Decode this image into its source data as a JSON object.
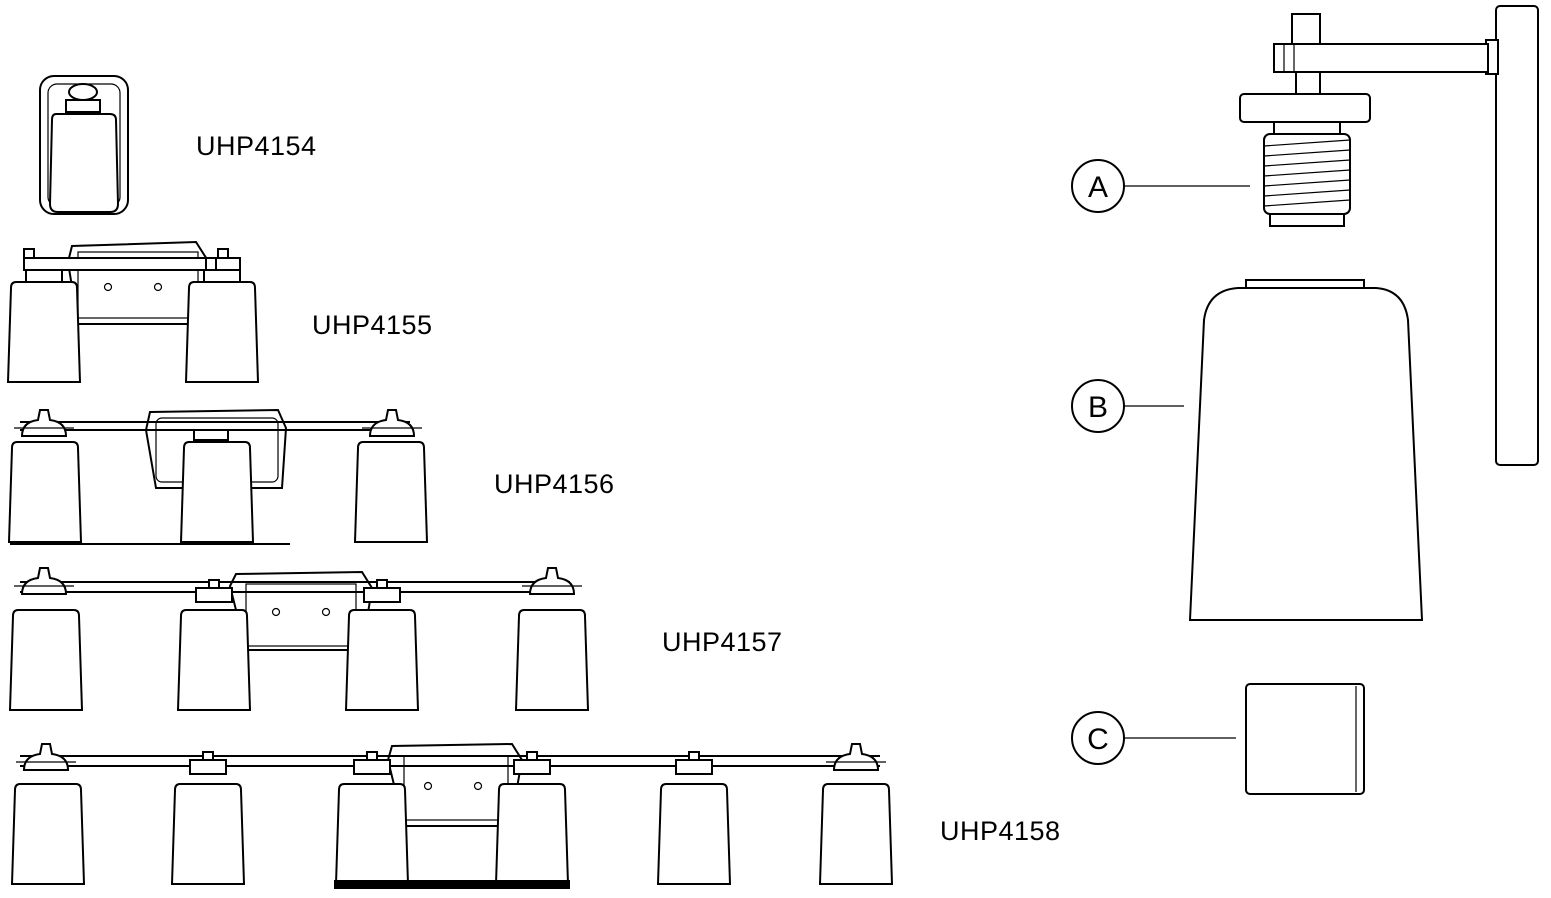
{
  "models": [
    {
      "id": "UHP4154",
      "shades": 1
    },
    {
      "id": "UHP4155",
      "shades": 2
    },
    {
      "id": "UHP4156",
      "shades": 3
    },
    {
      "id": "UHP4157",
      "shades": 4
    },
    {
      "id": "UHP4158",
      "shades": 6
    }
  ],
  "parts": [
    {
      "letter": "A",
      "part": "socket"
    },
    {
      "letter": "B",
      "part": "glass-shade"
    },
    {
      "letter": "C",
      "part": "small-box"
    }
  ]
}
